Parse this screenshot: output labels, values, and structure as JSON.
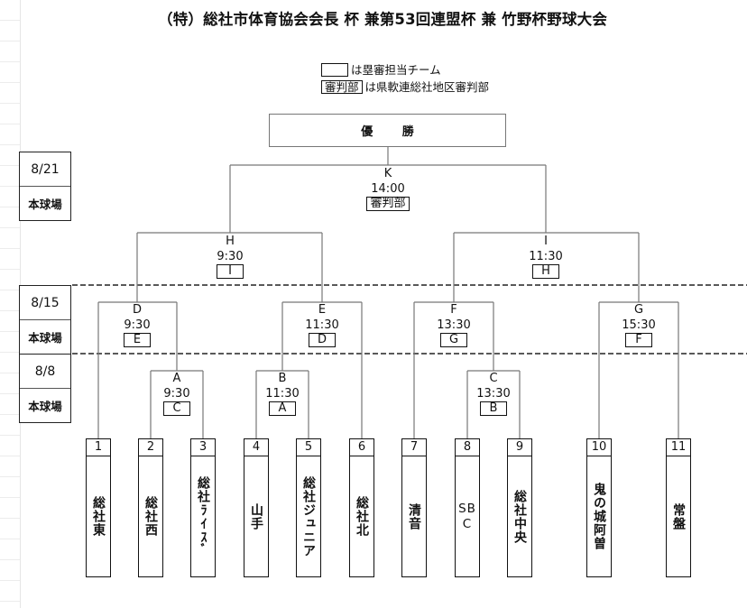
{
  "title": "（特）総社市体育協会会長 杯 兼第53回連盟杯 兼 竹野杯野球大会",
  "legend": {
    "empty_box_text": "は塁審担当チーム",
    "referee_box": "審判部",
    "referee_text": "は県軟連総社地区審判部"
  },
  "champion_label": "優 勝",
  "schedule": [
    {
      "date": "8/21",
      "venue": "本球場"
    },
    {
      "date": "8/15",
      "venue": "本球場"
    },
    {
      "date": "8/8",
      "venue": "本球場"
    }
  ],
  "matches": {
    "K": {
      "label": "K",
      "time": "14:00",
      "umpire": "審判部"
    },
    "H": {
      "label": "H",
      "time": "9:30",
      "umpire": "I"
    },
    "I": {
      "label": "I",
      "time": "11:30",
      "umpire": "H"
    },
    "D": {
      "label": "D",
      "time": "9:30",
      "umpire": "E"
    },
    "E": {
      "label": "E",
      "time": "11:30",
      "umpire": "D"
    },
    "F": {
      "label": "F",
      "time": "13:30",
      "umpire": "G"
    },
    "G": {
      "label": "G",
      "time": "15:30",
      "umpire": "F"
    },
    "A": {
      "label": "A",
      "time": "9:30",
      "umpire": "C"
    },
    "B": {
      "label": "B",
      "time": "11:30",
      "umpire": "A"
    },
    "C": {
      "label": "C",
      "time": "13:30",
      "umpire": "B"
    }
  },
  "teams": [
    {
      "num": "1",
      "name": "総社東"
    },
    {
      "num": "2",
      "name": "総社西"
    },
    {
      "num": "3",
      "name": "総社ﾗｲｽﾞ"
    },
    {
      "num": "4",
      "name": "山手"
    },
    {
      "num": "5",
      "name": "総社ジュニア"
    },
    {
      "num": "6",
      "name": "総社北"
    },
    {
      "num": "7",
      "name": "清音"
    },
    {
      "num": "8",
      "name": "SB C"
    },
    {
      "num": "9",
      "name": "総社中央"
    },
    {
      "num": "10",
      "name": "鬼の城阿曽"
    },
    {
      "num": "11",
      "name": "常盤"
    }
  ]
}
